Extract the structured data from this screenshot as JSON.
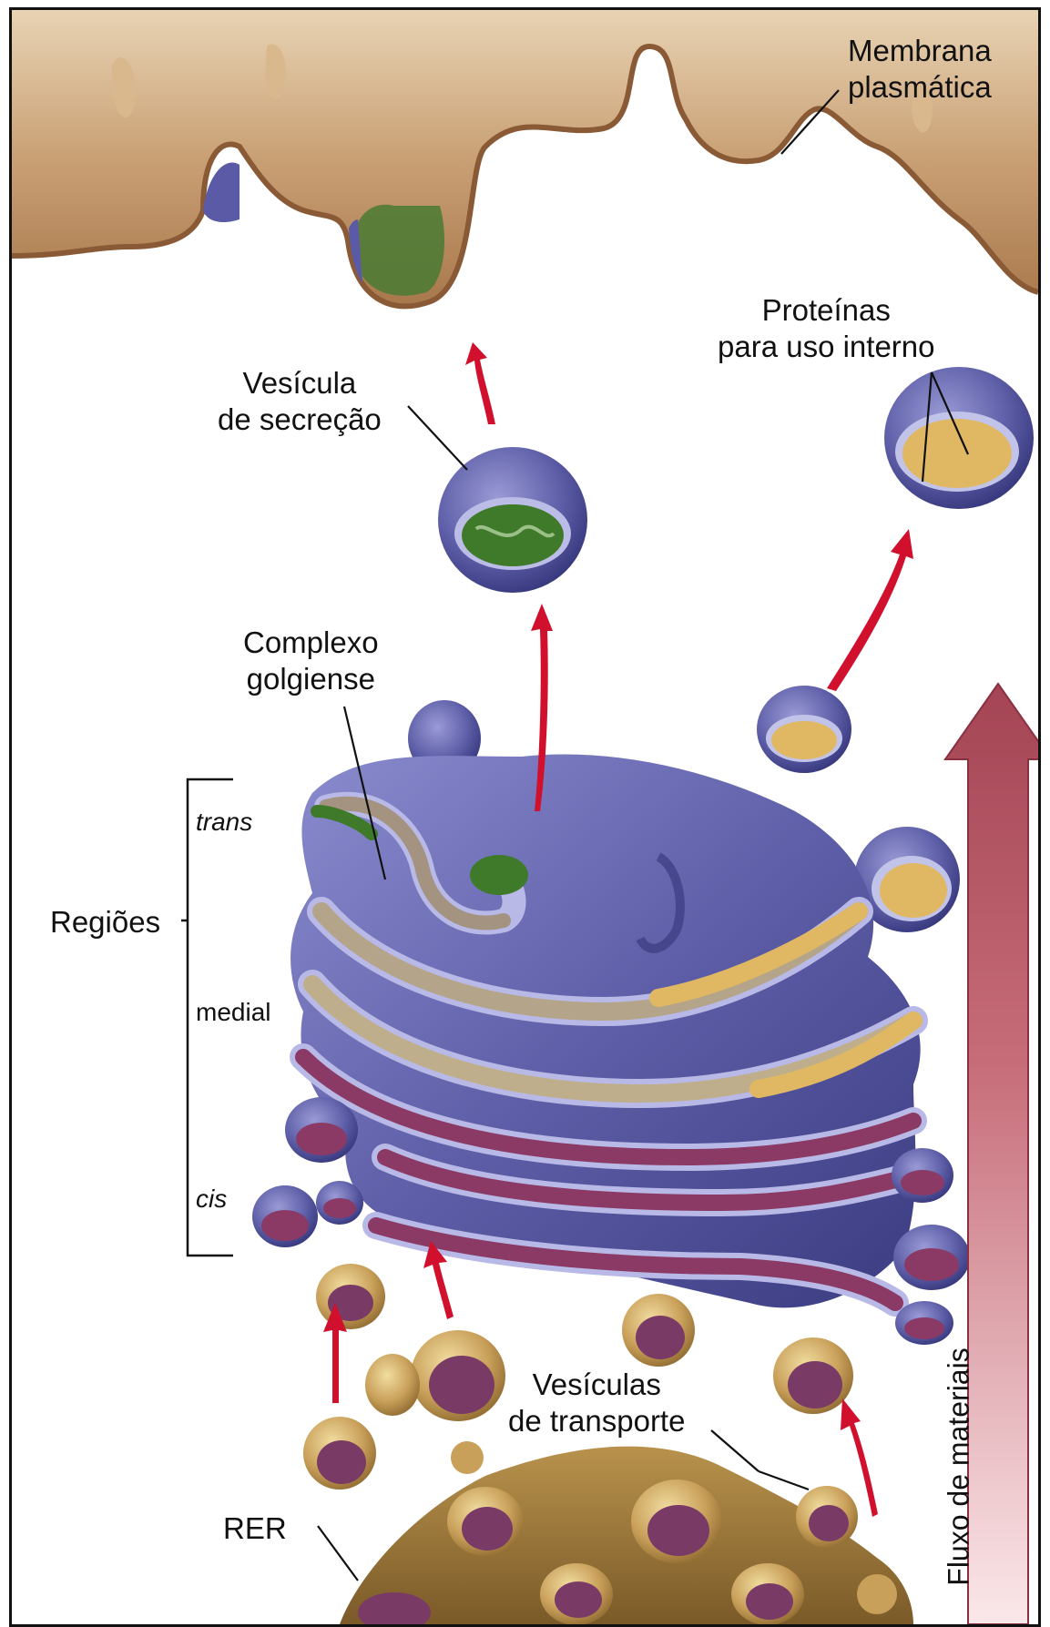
{
  "labels": {
    "membrana_plasmatica": [
      "Membrana",
      "plasmática"
    ],
    "proteinas_uso_interno": [
      "Proteínas",
      "para uso interno"
    ],
    "vesicula_secrecao": [
      "Vesícula",
      "de secreção"
    ],
    "complexo_golgiense": [
      "Complexo",
      "golgiense"
    ],
    "regioes": "Regiões",
    "trans": "trans",
    "medial": "medial",
    "cis": "cis",
    "vesiculas_transporte": [
      "Vesículas",
      "de transporte"
    ],
    "rer": "RER",
    "fluxo_materiais": "Fluxo de materiais"
  },
  "colors": {
    "membrane": "#c9a074",
    "golgi": "#6a6cb0",
    "golgi_dark": "#3f3f86",
    "secretory_content": "#3f7a2a",
    "internal_content": "#e0b864",
    "cis_content": "#8a3a64",
    "rer": "#a07a3c",
    "arrow": "#d0102c",
    "flow_arrow": "#b8505c"
  }
}
